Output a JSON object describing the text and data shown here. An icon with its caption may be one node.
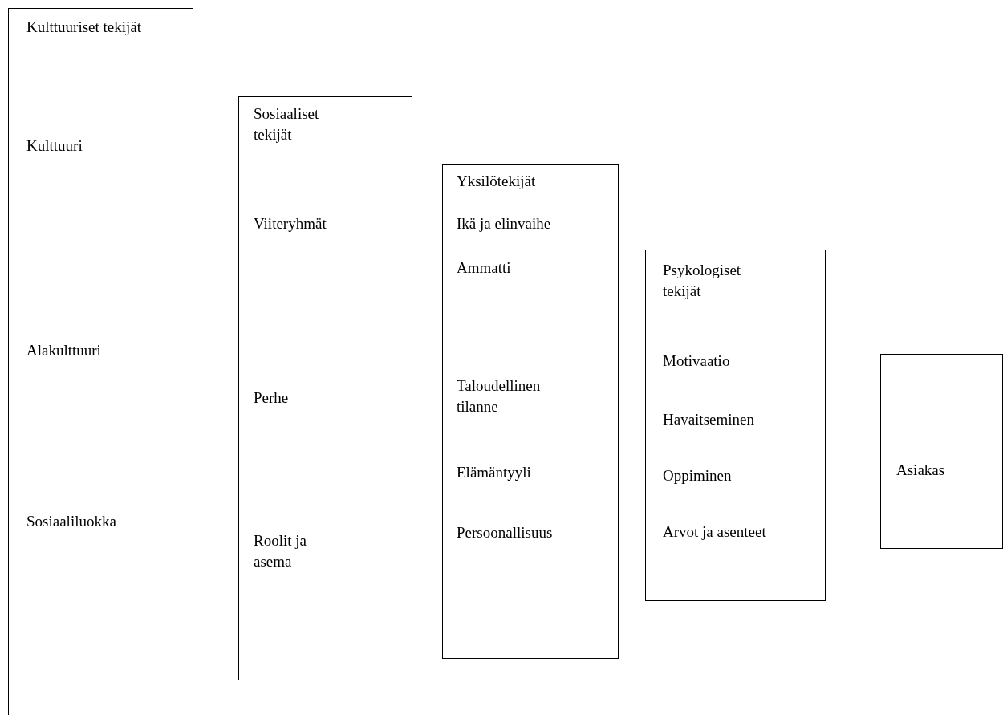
{
  "diagram": {
    "nodes": [
      {
        "text": [
          "Kulttuuriset tekijät",
          "Kulttuuri",
          "Alakulttuuri",
          "Sosiaaliluokka"
        ]
      },
      {
        "text": [
          "Sosiaaliset tekijät",
          "Viiteryhmät",
          "Perhe",
          "Roolit ja asema"
        ]
      },
      {
        "text": [
          "Yksilötekijät",
          "Ikä ja elinvaihe",
          "Ammatti",
          "Taloudellinen tilanne",
          "Elämäntyyli",
          "Persoonallisuus"
        ]
      },
      {
        "text": [
          "Psykologiset tekijät",
          "Motivaatio",
          "Havaitseminen",
          "Oppiminen",
          "Arvot ja asenteet"
        ]
      },
      {
        "text": [
          "Asiakas"
        ]
      }
    ]
  }
}
